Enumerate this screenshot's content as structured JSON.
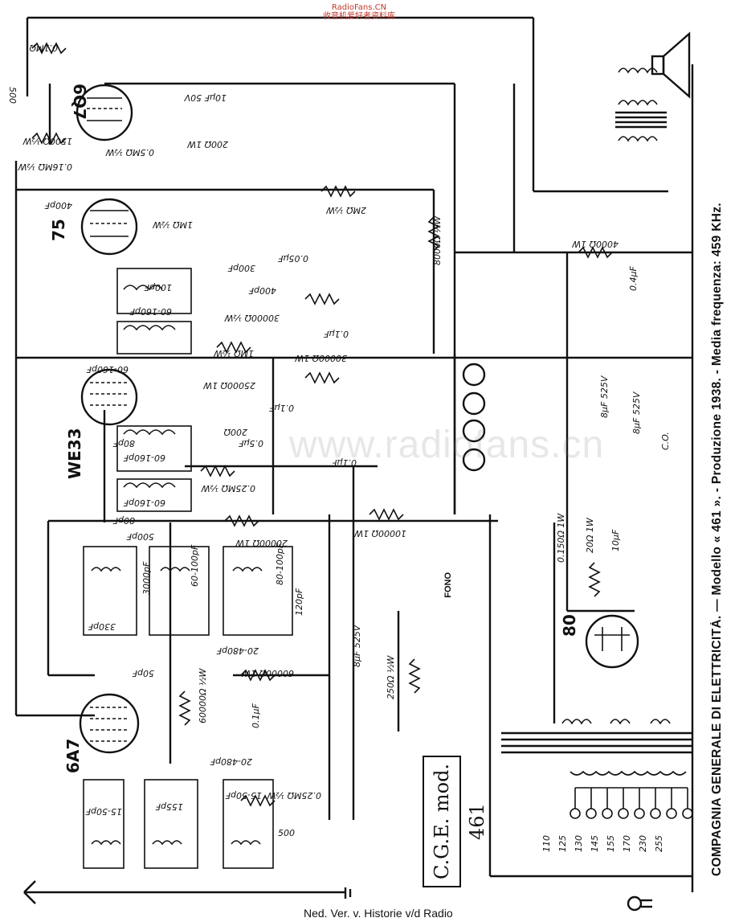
{
  "watermark": {
    "line1": "RadioFans.CN",
    "line2": "收音机爱好者资料库"
  },
  "ghost_watermark": "www.radiofans.cn",
  "side_title": "COMPAGNIA GENERALE DI ELETTRICITÀ. — Modello « 461 ». - Produzione 1938. - Media frequenza: 459 KHz.",
  "footer": "Ned. Ver. v. Historie v/d Radio",
  "model_label": "C.G.E. mod. 461",
  "fono_label": "FONO",
  "tubes": [
    {
      "id": "6Q7",
      "label": "6Q7"
    },
    {
      "id": "75",
      "label": "75"
    },
    {
      "id": "WE33",
      "label": "WE33"
    },
    {
      "id": "6A7",
      "label": "6A7"
    },
    {
      "id": "80",
      "label": "80"
    }
  ],
  "components": {
    "r_01": "0.1MΩ",
    "c_500": "500",
    "c_10pf": "10μF 50V",
    "r_200": "200Ω 1W",
    "r_150": "1500Ω ½W",
    "r_05": "0.5MΩ ½W",
    "r_016": "0.16MΩ ½W",
    "c_400": "400pF",
    "r_1m": "1MΩ ½W",
    "r_2m": "2MΩ ½W",
    "r_8000": "8000Ω ½W",
    "r_4000": "4000Ω 1W",
    "c_300": "300pF",
    "c_005": "0.05μF",
    "c_400b": "400pF",
    "c_100": "100pF",
    "c_60160": "60-160pF",
    "r_30000": "30000Ω ½W",
    "c_04": "0.4μF",
    "r_1m_b": "1MΩ ½W",
    "c_01": "0.1μF",
    "r_30000b": "30000Ω 1W",
    "r_25000": "25000Ω 1W",
    "c_01b": "0.1μF",
    "c_8": "8μF 525V",
    "co": "C.O.",
    "r_200b": "200Ω",
    "c_05": "0.5μF",
    "c_80": "80pF",
    "r_025": "0.25MΩ ½W",
    "c_01c": "0.1μF",
    "r_20000": "20000Ω 1W",
    "r_10000": "10000Ω 1W",
    "c_500b": "500pF",
    "c_3000": "3000pF",
    "c_330": "330pF",
    "c_60100": "60-100pF",
    "c_80100": "80-100pF",
    "c_120": "120pF",
    "c_20480": "20-480pF",
    "r_60000": "60000Ω 1W",
    "c_50": "50pF",
    "r_60000b": "60000Ω ½W",
    "c_01d": "0.1μF",
    "r_250": "250Ω ½W",
    "c_20480b": "20-480pF",
    "c_1550": "15-50pF",
    "c_155": "155pF",
    "c_1550b": "15-50pF",
    "c_500c": "500",
    "r_025b": "0.25MΩ ½W",
    "r_0150": "0.150Ω 1W",
    "r_20": "20Ω 1W",
    "c_10": "10μF"
  },
  "voltage_taps": [
    "110",
    "125",
    "130",
    "145",
    "155",
    "170",
    "230",
    "255"
  ]
}
